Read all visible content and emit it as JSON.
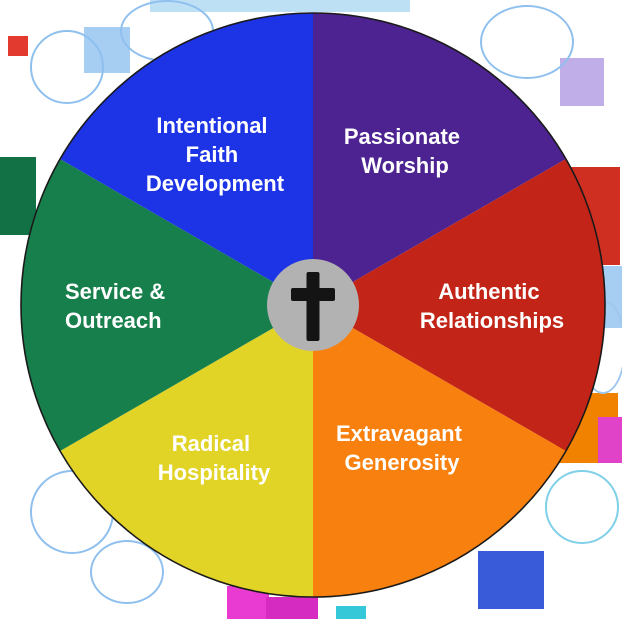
{
  "diagram": {
    "title": "Church practices wheel",
    "outline_color": "#1a1a1a",
    "center": {
      "symbol": "cross",
      "circle_color": "#b2b2b2",
      "cross_color": "#141414"
    },
    "segments": [
      {
        "id": "intentional-faith-development",
        "color": "#1d33e6",
        "lines": [
          "Intentional",
          "Faith",
          "Development"
        ]
      },
      {
        "id": "passionate-worship",
        "color": "#4c2391",
        "lines": [
          "Passionate",
          "Worship"
        ]
      },
      {
        "id": "authentic-relationships",
        "color": "#c22517",
        "lines": [
          "Authentic",
          "Relationships"
        ]
      },
      {
        "id": "extravagant-generosity",
        "color": "#f8800f",
        "lines": [
          "Extravagant",
          "Generosity"
        ]
      },
      {
        "id": "radical-hospitality",
        "color": "#e2d327",
        "lines": [
          "Radical",
          "Hospitality"
        ]
      },
      {
        "id": "service-outreach",
        "color": "#177f4b",
        "lines": [
          "Service &",
          "Outreach"
        ]
      }
    ]
  }
}
